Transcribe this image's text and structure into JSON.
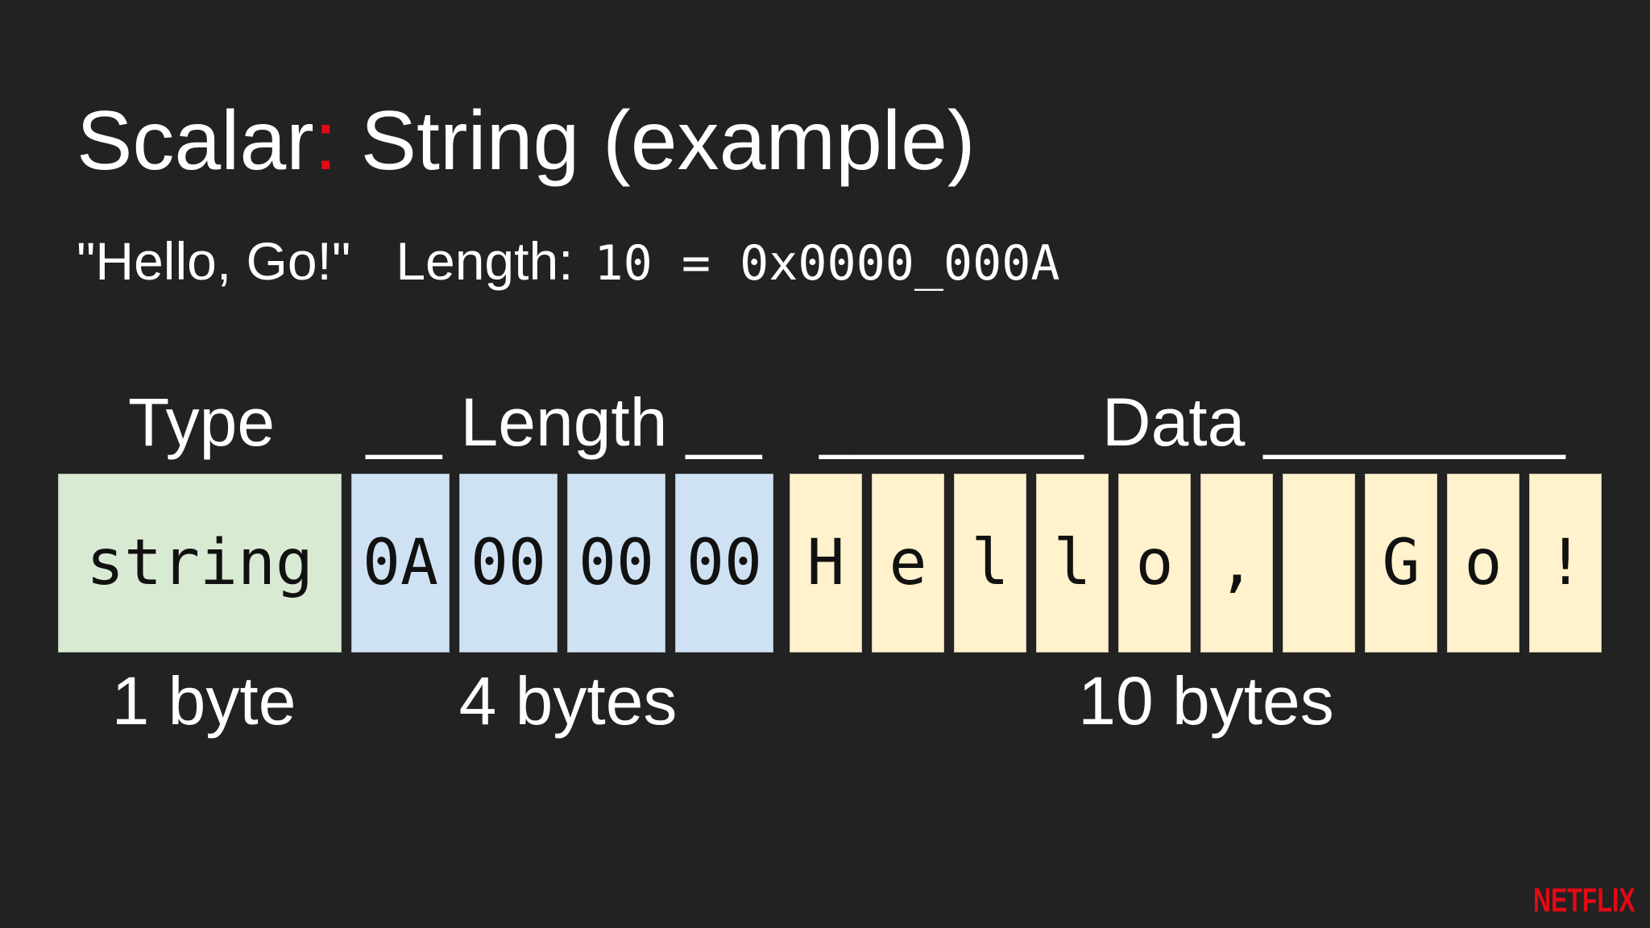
{
  "slide": {
    "title": {
      "part1": "Scalar",
      "colon": ":",
      "part2": " String (example)"
    },
    "subtitle": {
      "string_literal": "\"Hello, Go!\"",
      "length_label": "Length:",
      "length_value": "10 = 0x0000_000A"
    },
    "field_labels": {
      "type": "Type",
      "length": "__ Length __",
      "data": "_______ Data ________"
    },
    "byte_boxes": {
      "type_field": "string",
      "length_bytes": [
        "0A",
        "00",
        "00",
        "00"
      ],
      "data_chars": [
        "H",
        "e",
        "l",
        "l",
        "o",
        ",",
        " ",
        "G",
        "o",
        "!"
      ]
    },
    "size_labels": {
      "type": "1 byte",
      "length": "4 bytes",
      "data": "10 bytes"
    },
    "brand": "NETFLIX",
    "colors": {
      "background": "#222222",
      "accent_red": "#e50914",
      "type_fill": "#d9ead3",
      "length_fill": "#cfe2f3",
      "data_fill": "#fff2cc",
      "box_text": "#111111",
      "slide_text": "#ffffff"
    }
  }
}
